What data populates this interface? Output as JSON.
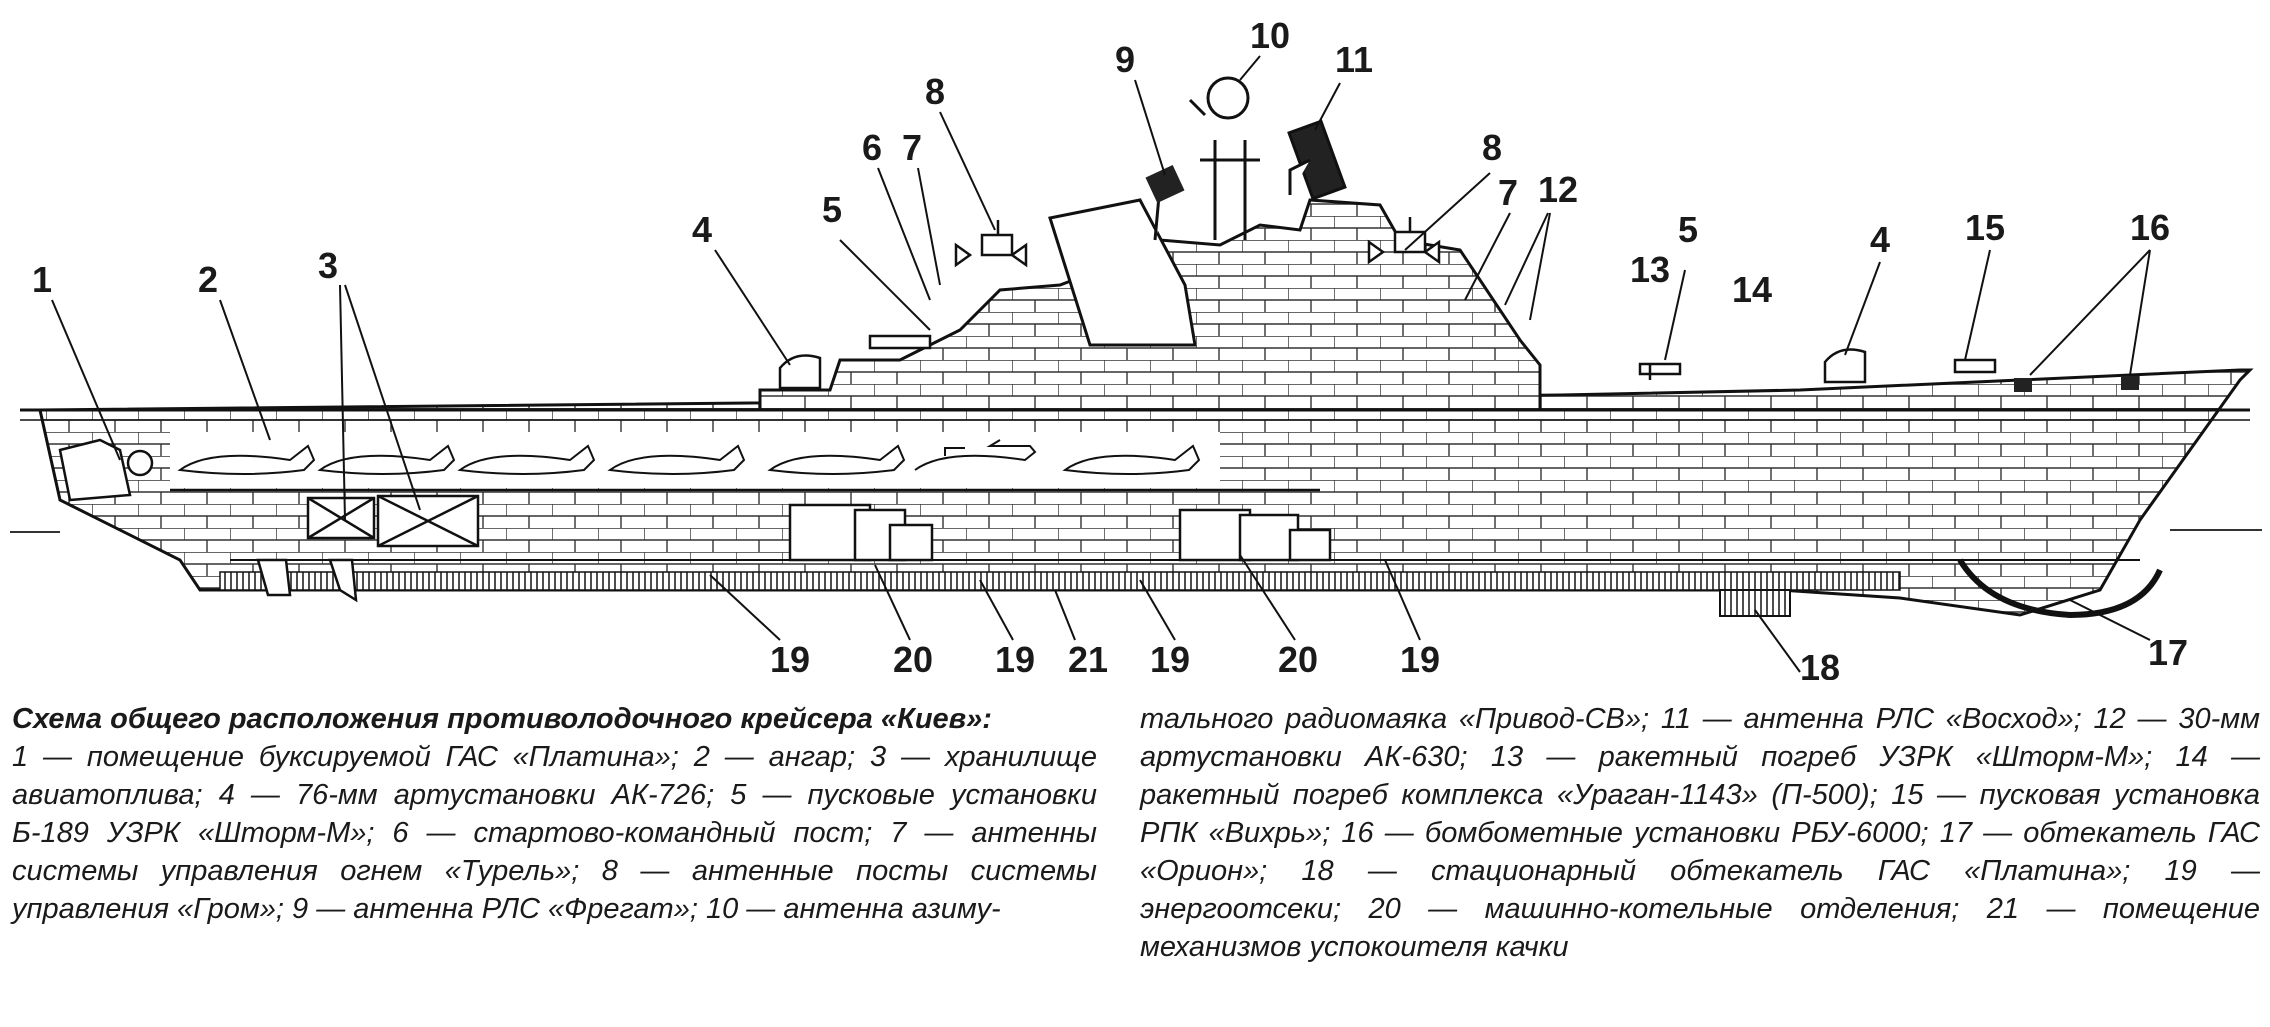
{
  "callouts": [
    "1",
    "2",
    "3",
    "4",
    "5",
    "6",
    "7",
    "8",
    "9",
    "10",
    "11",
    "8",
    "7",
    "12",
    "13",
    "5",
    "14",
    "4",
    "15",
    "16",
    "19",
    "20",
    "19",
    "21",
    "19",
    "20",
    "19",
    "18",
    "17"
  ],
  "caption": {
    "title": "Схема общего расположения противолодочного крейсера «Киев»:",
    "left_text": "1 — помещение буксируемой ГАС «Платина»; 2 — ангар; 3 — хранилище авиатоплива; 4 — 76-мм артустановки АК-726; 5 — пусковые установки Б-189 УЗРК «Шторм-М»; 6 — стартово-командный пост; 7 — антенны системы управления огнем «Турель»; 8 — антенные посты системы управления «Гром»; 9 — антенна РЛС «Фрегат»; 10 — антенна азиму-",
    "right_text": "тального радиомаяка «Привод-СВ»; 11 — антенна РЛС «Восход»; 12 — 30-мм артустановки АК-630; 13 — ракетный погреб УЗРК «Шторм-М»; 14 — ракетный погреб комплекса «Ураган-1143» (П-500); 15 — пусковая установка РПК «Вихрь»; 16 — бомбометные установки РБУ-6000; 17 — обтекатель ГАС «Орион»; 18 — стационарный обтекатель ГАС «Платина»; 19 — энергоотсеки; 20 — машинно-котельные отделения; 21 — помещение механизмов успокоителя качки"
  }
}
